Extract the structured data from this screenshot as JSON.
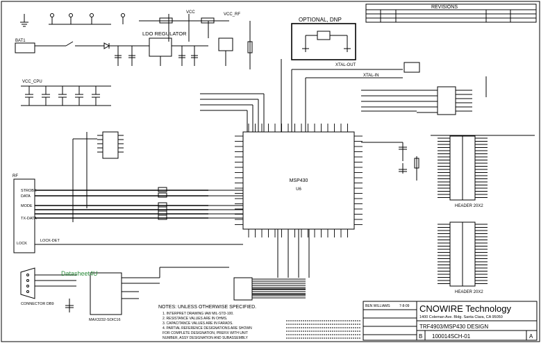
{
  "schematic": {
    "title_block": {
      "company": "CNOWIRE Technology",
      "address": "1400 Coleman Ave. Bldg. Santa Clara, CA 95050",
      "title": "TRF4903/MSP430 DESIGN",
      "doc_number": "100014SCH-01",
      "size": "B",
      "revision": "A",
      "drawn_by": "BEN WILLIAMS",
      "date": "7-8-09"
    },
    "revisions": {
      "header": "REVISIONS"
    },
    "blocks": {
      "ldo": "LDO REGULATOR",
      "optional": "OPTIONAL, DNP",
      "mcu_name": "MSP430",
      "mcu_ref": "U6",
      "connector": "CONNECTOR DB9",
      "header1": "HEADER 20X2",
      "header2": "HEADER 20X2",
      "batt": "BAT1",
      "u2": "MAX3232-SOIC16",
      "rf": "RF",
      "watermark": "Datasheet4U"
    },
    "signals": {
      "strobe": "STROBE",
      "data": "DATA",
      "mode": "MODE",
      "lock_det": "LOCK-DET",
      "txrx_data": "TX-DATA",
      "lock": "LOCK",
      "xtal_in": "XTAL-IN",
      "xtal_out": "XTAL-OUT",
      "vcc_cpu": "VCC_CPU",
      "vcc": "VCC",
      "vcc_rf": "VCC_RF"
    },
    "notes": {
      "heading": "NOTES: UNLESS OTHERWISE SPECIFIED.",
      "items": [
        "1. INTERPRET DRAWING IAW MIL-STD-100.",
        "2. RESISTANCE VALUES ARE IN OHMS.",
        "3. CAPACITANCE VALUES ARE IN FARADS.",
        "4. PARTIAL REFERENCE DESIGNATIONS ARE SHOWN",
        "   FOR COMPLETE DESIGNATION, PREFIX WITH UNIT",
        "   NUMBER, ASSY DESIGNATION AND SUBASSEMBLY"
      ]
    }
  }
}
